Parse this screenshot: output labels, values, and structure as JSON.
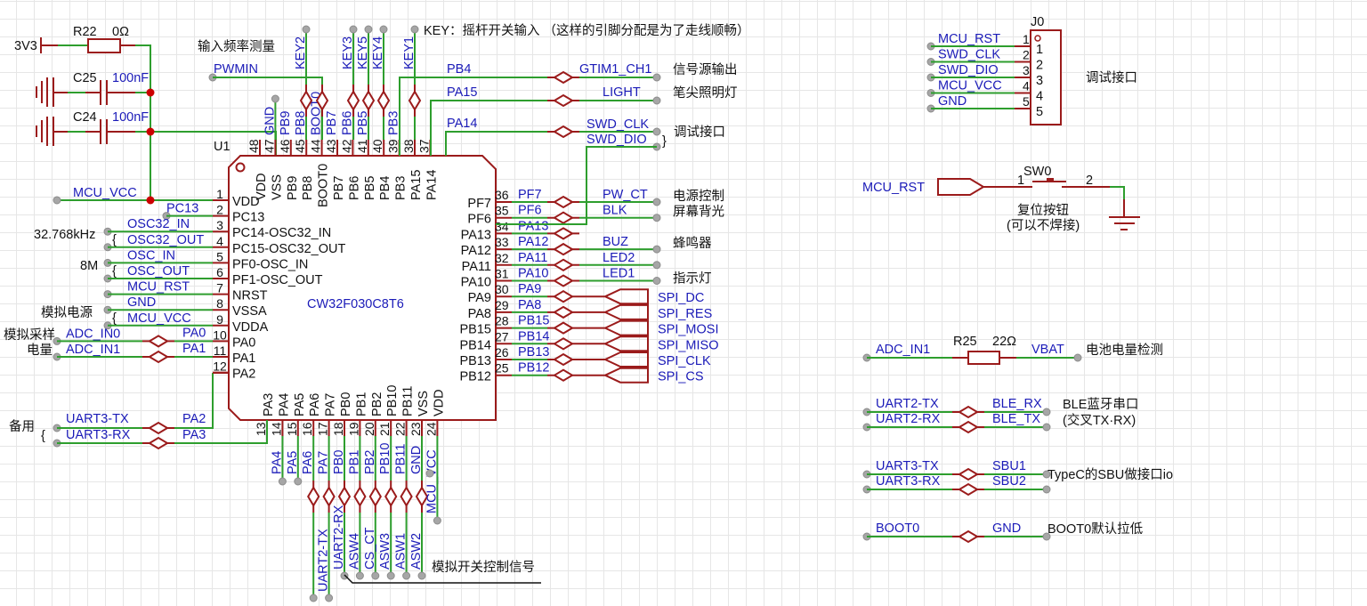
{
  "power": {
    "rail": "3V3",
    "r22": {
      "ref": "R22",
      "value": "0Ω"
    },
    "c25": {
      "ref": "C25",
      "value": "100nF"
    },
    "c24": {
      "ref": "C24",
      "value": "100nF"
    }
  },
  "mcu": {
    "ref": "U1",
    "part": "CW32F030C8T6",
    "left_pins": [
      {
        "num": "1",
        "name": "VDD",
        "net": "MCU_VCC"
      },
      {
        "num": "2",
        "name": "PC13",
        "net": "PC13"
      },
      {
        "num": "3",
        "name": "PC14-OSC32_IN",
        "net": "OSC32_IN"
      },
      {
        "num": "4",
        "name": "PC15-OSC32_OUT",
        "net": "OSC32_OUT"
      },
      {
        "num": "5",
        "name": "PF0-OSC_IN",
        "net": "OSC_IN"
      },
      {
        "num": "6",
        "name": "PF1-OSC_OUT",
        "net": "OSC_OUT"
      },
      {
        "num": "7",
        "name": "NRST",
        "net": "MCU_RST"
      },
      {
        "num": "8",
        "name": "VSSA",
        "net": "GND"
      },
      {
        "num": "9",
        "name": "VDDA",
        "net": "MCU_VCC"
      },
      {
        "num": "10",
        "name": "PA0",
        "net": "ADC_IN0",
        "port": "PA0"
      },
      {
        "num": "11",
        "name": "PA1",
        "net": "ADC_IN1",
        "port": "PA1"
      },
      {
        "num": "12",
        "name": "PA2",
        "net": "",
        "port": ""
      }
    ],
    "right_pins": [
      {
        "num": "36",
        "name": "PF7",
        "port": "PF7",
        "net": "PW_CT",
        "note": "电源控制"
      },
      {
        "num": "35",
        "name": "PF6",
        "port": "PF6",
        "net": "BLK",
        "note": "屏幕背光"
      },
      {
        "num": "34",
        "name": "PA13",
        "port": "PA13",
        "net": "",
        "note": ""
      },
      {
        "num": "33",
        "name": "PA12",
        "port": "PA12",
        "net": "BUZ",
        "note": "蜂鸣器"
      },
      {
        "num": "32",
        "name": "PA11",
        "port": "PA11",
        "net": "LED2",
        "note": ""
      },
      {
        "num": "31",
        "name": "PA10",
        "port": "PA10",
        "net": "LED1",
        "note": "指示灯"
      },
      {
        "num": "30",
        "name": "PA9",
        "port": "PA9",
        "net": "SPI_DC",
        "note": ""
      },
      {
        "num": "29",
        "name": "PA8",
        "port": "PA8",
        "net": "SPI_RES",
        "note": ""
      },
      {
        "num": "28",
        "name": "PB15",
        "port": "PB15",
        "net": "SPI_MOSI",
        "note": ""
      },
      {
        "num": "27",
        "name": "PB14",
        "port": "PB14",
        "net": "SPI_MISO",
        "note": ""
      },
      {
        "num": "26",
        "name": "PB13",
        "port": "PB13",
        "net": "SPI_CLK",
        "note": ""
      },
      {
        "num": "25",
        "name": "PB12",
        "port": "PB12",
        "net": "SPI_CS",
        "note": ""
      }
    ],
    "top_pins": [
      {
        "num": "48",
        "name": "VDD",
        "label": ""
      },
      {
        "num": "47",
        "name": "VSS",
        "label": "GND"
      },
      {
        "num": "46",
        "name": "PB9",
        "label": "PB9"
      },
      {
        "num": "45",
        "name": "PB8",
        "label": "PB8"
      },
      {
        "num": "44",
        "name": "BOOT0",
        "label": "BOOT0"
      },
      {
        "num": "43",
        "name": "PB7",
        "label": "PB7"
      },
      {
        "num": "42",
        "name": "PB6",
        "label": "PB6"
      },
      {
        "num": "41",
        "name": "PB5",
        "label": "PB5"
      },
      {
        "num": "40",
        "name": "PB4",
        "label": ""
      },
      {
        "num": "39",
        "name": "PB3",
        "label": "PB3"
      },
      {
        "num": "38",
        "name": "PA15",
        "label": ""
      },
      {
        "num": "37",
        "name": "PA14",
        "label": ""
      }
    ],
    "bottom_pins": [
      {
        "num": "13",
        "name": "PA3",
        "label": ""
      },
      {
        "num": "14",
        "name": "PA4",
        "label": "PA4",
        "net": ""
      },
      {
        "num": "15",
        "name": "PA5",
        "label": "PA5",
        "net": ""
      },
      {
        "num": "16",
        "name": "PA6",
        "label": "PA6",
        "net": ""
      },
      {
        "num": "17",
        "name": "PA7",
        "label": "PA7",
        "net": "UART2-TX"
      },
      {
        "num": "18",
        "name": "PB0",
        "label": "PB0",
        "net": "UART2-RX"
      },
      {
        "num": "19",
        "name": "PB1",
        "label": "PB1",
        "net": "ASW4"
      },
      {
        "num": "20",
        "name": "PB2",
        "label": "PB2",
        "net": "CS_CT"
      },
      {
        "num": "21",
        "name": "PB10",
        "label": "PB10",
        "net": "ASW3"
      },
      {
        "num": "22",
        "name": "PB11",
        "label": "PB11",
        "net": "ASW1"
      },
      {
        "num": "23",
        "name": "VSS",
        "label": "GND",
        "net": "ASW2"
      },
      {
        "num": "24",
        "name": "VDD",
        "label": "MCU_VCC",
        "net": ""
      }
    ]
  },
  "keys": {
    "labels": [
      "KEY2",
      "KEY3",
      "KEY5",
      "KEY4",
      "KEY1"
    ],
    "note": "KEY：摇杆开关输入 （这样的引脚分配是为了走线顺畅）"
  },
  "top_nets": {
    "pwmin": "PWMIN",
    "pwmin_note": "输入频率测量",
    "pb4": "PB4",
    "gtim": "GTIM1_CH1",
    "gtim_note": "信号源输出",
    "pa15": "PA15",
    "light": "LIGHT",
    "light_note": "笔尖照明灯",
    "pa14": "PA14",
    "swd_clk": "SWD_CLK",
    "swd_dio": "SWD_DIO",
    "swd_note": "调试接口"
  },
  "left_notes": {
    "osc32": "32.768kHz",
    "osc": "8M",
    "analog_power": "模拟电源",
    "adc_sample": "模拟采样",
    "adc_power": "电量",
    "spare": "备用",
    "uart3_tx": "UART3-TX",
    "uart3_rx": "UART3-RX",
    "pa2": "PA2",
    "pa3": "PA3"
  },
  "bottom_note": "模拟开关控制信号",
  "debug_header": {
    "ref": "J0",
    "pins": [
      {
        "num": "1",
        "net": "MCU_RST"
      },
      {
        "num": "2",
        "net": "SWD_CLK"
      },
      {
        "num": "3",
        "net": "SWD_DIO"
      },
      {
        "num": "4",
        "net": "MCU_VCC"
      },
      {
        "num": "5",
        "net": "GND"
      }
    ],
    "note": "调试接口"
  },
  "reset_switch": {
    "ref": "SW0",
    "net": "MCU_RST",
    "pin1": "1",
    "pin2": "2",
    "note1": "复位按钮",
    "note2": "(可以不焊接)"
  },
  "links": {
    "r25": {
      "ref": "R25",
      "value": "22Ω",
      "left": "ADC_IN1",
      "right": "VBAT",
      "note": "电池电量检测"
    },
    "ble": {
      "l1": "UART2-TX",
      "r1": "BLE_RX",
      "l2": "UART2-RX",
      "r2": "BLE_TX",
      "note1": "BLE蓝牙串口",
      "note2": "(交叉TX·RX)"
    },
    "sbu": {
      "l1": "UART3-TX",
      "r1": "SBU1",
      "l2": "UART3-RX",
      "r2": "SBU2",
      "note": "TypeC的SBU做接口io"
    },
    "boot": {
      "l": "BOOT0",
      "r": "GND",
      "note": "BOOT0默认拉低"
    }
  }
}
